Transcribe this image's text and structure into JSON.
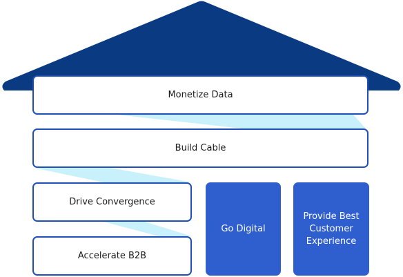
{
  "roof": {
    "color": "#0a3a82"
  },
  "ribbon": {
    "color": "#c9f1fb"
  },
  "blocks": {
    "monetize": "Monetize Data",
    "build": "Build Cable",
    "drive": "Drive Convergence",
    "accelerate": "Accelerate B2B"
  },
  "pillars": {
    "digital": "Go Digital",
    "customer": "Provide Best\nCustomer\nExperience"
  },
  "colors": {
    "box_border": "#1e4fb8",
    "pillar_fill": "#2f5fce"
  }
}
